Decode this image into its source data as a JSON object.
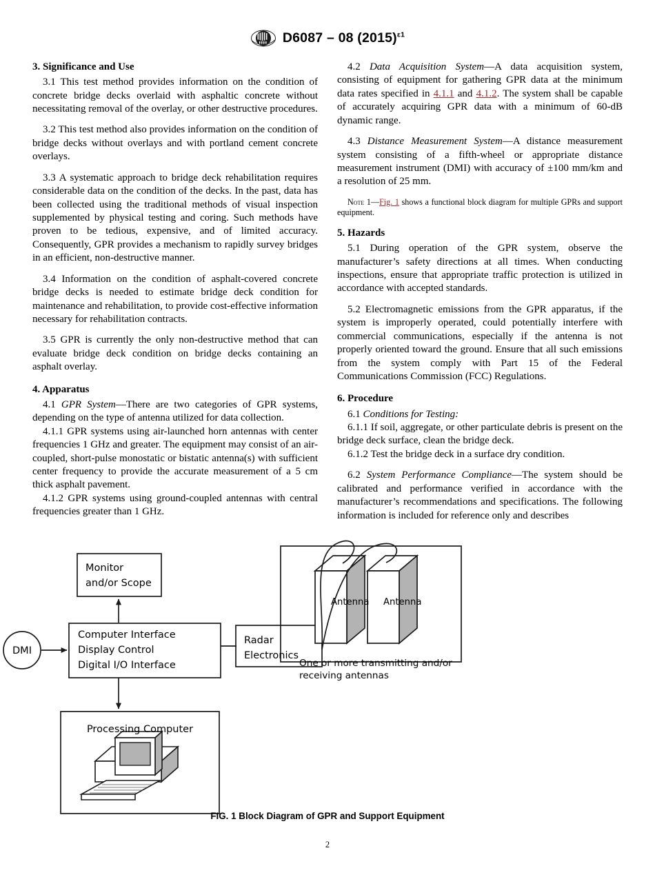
{
  "header": {
    "logo_name": "astm-logo",
    "designation": "D6087 – 08 (2015)",
    "superscript": "ε1"
  },
  "left_column": {
    "section3_heading": "3.  Significance and Use",
    "p3_1": "3.1  This test method provides information on the condition of concrete bridge decks overlaid with asphaltic concrete without necessitating removal of the overlay, or other destructive procedures.",
    "p3_2": "3.2  This test method also provides information on the condition of bridge decks without overlays and with portland cement concrete overlays.",
    "p3_3": "3.3  A systematic approach to bridge deck rehabilitation requires considerable data on the condition of the decks. In the past, data has been collected using the traditional methods of visual inspection supplemented by physical testing and coring. Such methods have proven to be tedious, expensive, and of limited accuracy. Consequently, GPR provides a mechanism to rapidly survey bridges in an efficient, non-destructive manner.",
    "p3_4": "3.4  Information on the condition of asphalt-covered concrete bridge decks is needed to estimate bridge deck condition for maintenance and rehabilitation, to provide cost-effective information necessary for rehabilitation contracts.",
    "p3_5": "3.5  GPR is currently the only non-destructive method that can evaluate bridge deck condition on bridge decks containing an asphalt overlay.",
    "section4_heading": "4.  Apparatus",
    "p4_1_number": "4.1 ",
    "p4_1_term": "GPR System",
    "p4_1_rest": "—There are two categories of GPR systems, depending on the type of antenna utilized for data collection.",
    "p4_1_1": "4.1.1  GPR systems using air-launched horn antennas with center frequencies 1 GHz and greater. The equipment may consist of an air-coupled, short-pulse monostatic or bistatic antenna(s) with sufficient center frequency to provide the accurate measurement of a 5 cm thick asphalt pavement.",
    "p4_1_2": "4.1.2  GPR systems using ground-coupled antennas with central frequencies greater than 1 GHz."
  },
  "right_column": {
    "p4_2_number": "4.2 ",
    "p4_2_term": "Data Acquisition System",
    "p4_2_part1": "—A data acquisition system, consisting of equipment for gathering GPR data at the minimum data rates specified in ",
    "p4_2_xref1": "4.1.1",
    "p4_2_part2": " and ",
    "p4_2_xref2": "4.1.2",
    "p4_2_part3": ". The system shall be capable of accurately acquiring GPR data with a minimum of 60-dB dynamic range.",
    "p4_3_number": "4.3 ",
    "p4_3_term": "Distance Measurement System",
    "p4_3_rest": "—A distance measurement system consisting of a fifth-wheel or appropriate distance measurement instrument (DMI) with accuracy of ±100 mm/km and a resolution of 25 mm.",
    "note_label": "Note 1",
    "note_dash": "—",
    "note_xref": "Fig. 1",
    "note_text": " shows a functional block diagram for multiple GPRs and support equipment.",
    "section5_heading": "5.  Hazards",
    "p5_1": "5.1  During operation of the GPR system, observe the manufacturer’s safety directions at all times. When conducting inspections, ensure that appropriate traffic protection is utilized in accordance with accepted standards.",
    "p5_2": "5.2  Electromagnetic emissions from the GPR apparatus, if the system is improperly operated, could potentially interfere with commercial communications, especially if the antenna is not properly oriented toward the ground. Ensure that all such emissions from the system comply with Part 15 of the Federal Communications Commission (FCC) Regulations.",
    "section6_heading": "6.  Procedure",
    "p6_1_number": "6.1 ",
    "p6_1_term": "Conditions for Testing:",
    "p6_1_1": "6.1.1  If soil, aggregate, or other particulate debris is present on the bridge deck surface, clean the bridge deck.",
    "p6_1_2": "6.1.2  Test the bridge deck in a surface dry condition.",
    "p6_2_number": "6.2 ",
    "p6_2_term": "System Performance Compliance",
    "p6_2_rest": "—The system should be calibrated and performance verified in accordance with the manufacturer’s recommendations and specifications. The following information is included for reference only and describes"
  },
  "figure": {
    "dmi_label": "DMI",
    "monitor_line1": "Monitor",
    "monitor_line2": "and/or Scope",
    "interface_line1": "Computer Interface",
    "interface_line2": "Display Control",
    "interface_line3": "Digital I/O Interface",
    "radar_line1": "Radar",
    "radar_line2": "Electronics",
    "antenna_label_1": "Antenna",
    "antenna_label_2": "Antenna",
    "antenna_caption_line1": "One or more transmitting and/or",
    "antenna_caption_line2": "receiving antennas",
    "processing_label": "Processing Computer",
    "caption": "FIG. 1 Block Diagram of GPR and Support Equipment",
    "shade_color": "#b3b3b3",
    "line_color": "#1a1a1a"
  },
  "footer": {
    "page_number": "2"
  }
}
